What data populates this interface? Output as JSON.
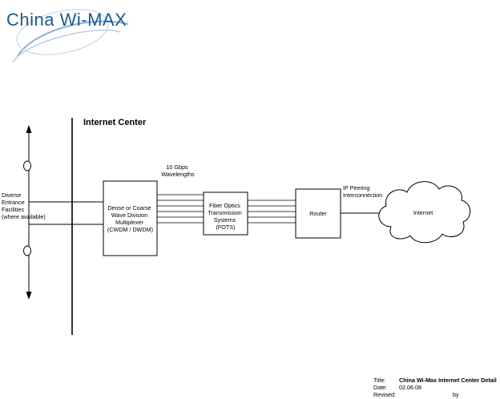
{
  "logo": {
    "text_left": "China W",
    "text_mid": "i",
    "text_right": "-MAX",
    "colors": {
      "text": "#1f5a8a",
      "swoosh": "#8fb2d4"
    }
  },
  "diagram": {
    "section_title": "Internet Center",
    "left_label_lines": [
      "Diverse",
      "Entrance",
      "Facilities",
      "(where available)"
    ],
    "wavelength_label_lines": [
      "10 Gbps",
      "Wavelengths"
    ],
    "mux_box_lines": [
      "Dense or Coarse",
      "Wave Division",
      "Multiplexer",
      "(CWDM / DWDM)"
    ],
    "fots_box_lines": [
      "Fiber Optics",
      "Transmission",
      "Systems",
      "(FOTS)"
    ],
    "router_label": "Router",
    "peering_label_lines": [
      "IP Peering",
      "Interconnection"
    ],
    "cloud_label": "Internet"
  },
  "title_block": {
    "title_label": "Title:",
    "title_value": "China Wi-Max Internet Center Detail",
    "date_label": "Date:",
    "date_value": "02.06.08",
    "revised_label": "Revised:",
    "by_label": "by"
  }
}
